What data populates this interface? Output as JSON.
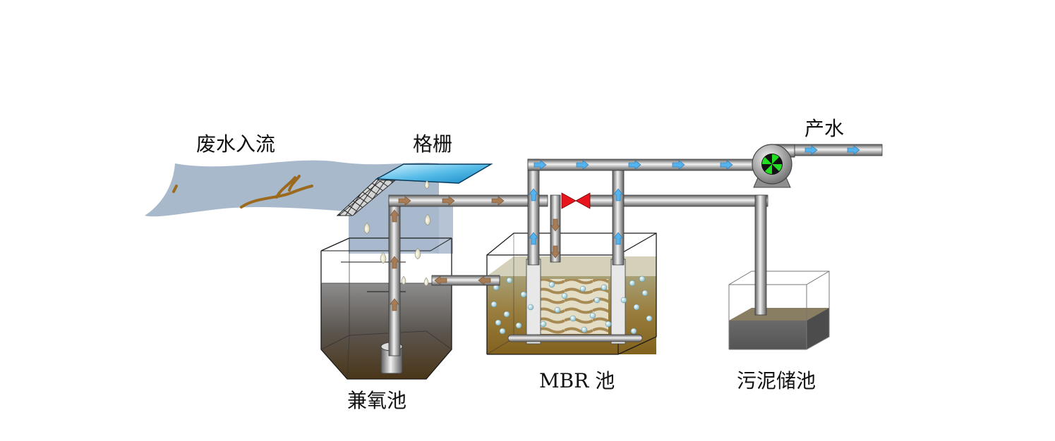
{
  "labels": {
    "inflow": "废水入流",
    "screen": "格栅",
    "product_water": "产水",
    "anoxic_tank": "兼氧池",
    "mbr_tank": "MBR 池",
    "sludge_tank": "污泥储池"
  }
}
